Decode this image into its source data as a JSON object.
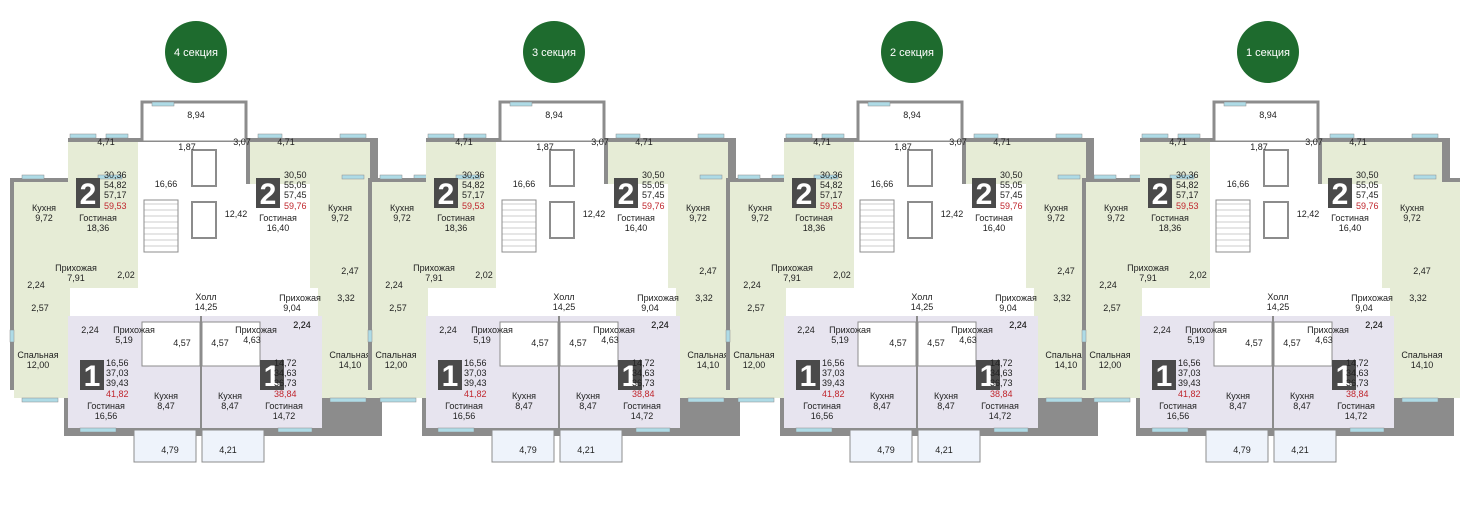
{
  "sections": [
    {
      "title": "4 секция",
      "top": {
        "balcony": "8,94",
        "wc": "1,87",
        "shaft": "3,07",
        "stairs": "16,66",
        "lift": "12,42",
        "hall": "Холл",
        "hall_area": "14,25"
      },
      "apt_left2": {
        "rooms": "2",
        "areas": [
          "30,36",
          "54,82",
          "57,17"
        ],
        "total": "59,53",
        "living_name": "Гостиная",
        "living_area": "18,36",
        "kitchen_name": "Кухня",
        "kitchen_area": "9,72",
        "balcony": "4,71",
        "hall_name": "Прихожая",
        "hall_area": "7,91",
        "bath": "2,02",
        "wc": "2,24",
        "bath2": "2,57",
        "bed_name": "Спальная",
        "bed_area": "12,00"
      },
      "apt_right2": {
        "rooms": "2",
        "areas": [
          "30,50",
          "55,05",
          "57,45"
        ],
        "total": "59,76",
        "living_name": "Гостиная",
        "living_area": "16,40",
        "kitchen_name": "Кухня",
        "kitchen_area": "9,72",
        "balcony": "4,71",
        "hall_name": "Прихожая",
        "hall_area": "9,04",
        "bath": "2,47",
        "wc": "3,32",
        "bed_name": "Спальная",
        "bed_area": "14,10",
        "bath2": "2,24"
      },
      "apt_left1": {
        "rooms": "1",
        "areas": [
          "16,56",
          "37,03",
          "39,43"
        ],
        "total": "41,82",
        "living_name": "Гостиная",
        "living_area": "16,56",
        "kitchen_name": "Кухня",
        "kitchen_area": "8,47",
        "hall_name": "Прихожая",
        "hall_area": "5,19",
        "wc": "2,24",
        "bath": "4,57",
        "balcony": "4,79"
      },
      "apt_right1": {
        "rooms": "1",
        "areas": [
          "14,72",
          "34,63",
          "36,73"
        ],
        "total": "38,84",
        "living_name": "Гостиная",
        "living_area": "14,72",
        "kitchen_name": "Кухня",
        "kitchen_area": "8,47",
        "hall_name": "Прихожая",
        "hall_area": "4,63",
        "wc": "2,24",
        "bath": "4,57",
        "balcony": "4,21"
      }
    },
    {
      "title": "3 секция",
      "top": {
        "balcony": "8,94",
        "wc": "1,87",
        "shaft": "3,07",
        "stairs": "16,66",
        "lift": "12,42",
        "hall": "Холл",
        "hall_area": "14,25"
      },
      "apt_left2": {
        "rooms": "2",
        "areas": [
          "30,36",
          "54,82",
          "57,17"
        ],
        "total": "59,53",
        "living_name": "Гостиная",
        "living_area": "18,36",
        "kitchen_name": "Кухня",
        "kitchen_area": "9,72",
        "balcony": "4,71",
        "hall_name": "Прихожая",
        "hall_area": "7,91",
        "bath": "2,02",
        "wc": "2,24",
        "bath2": "2,57",
        "bed_name": "Спальная",
        "bed_area": "12,00"
      },
      "apt_right2": {
        "rooms": "2",
        "areas": [
          "30,50",
          "55,05",
          "57,45"
        ],
        "total": "59,76",
        "living_name": "Гостиная",
        "living_area": "16,40",
        "kitchen_name": "Кухня",
        "kitchen_area": "9,72",
        "balcony": "4,71",
        "hall_name": "Прихожая",
        "hall_area": "9,04",
        "bath": "2,47",
        "wc": "3,32",
        "bed_name": "Спальная",
        "bed_area": "14,10",
        "bath2": "2,24"
      },
      "apt_left1": {
        "rooms": "1",
        "areas": [
          "16,56",
          "37,03",
          "39,43"
        ],
        "total": "41,82",
        "living_name": "Гостиная",
        "living_area": "16,56",
        "kitchen_name": "Кухня",
        "kitchen_area": "8,47",
        "hall_name": "Прихожая",
        "hall_area": "5,19",
        "wc": "2,24",
        "bath": "4,57",
        "balcony": "4,79"
      },
      "apt_right1": {
        "rooms": "1",
        "areas": [
          "14,72",
          "34,63",
          "36,73"
        ],
        "total": "38,84",
        "living_name": "Гостиная",
        "living_area": "14,72",
        "kitchen_name": "Кухня",
        "kitchen_area": "8,47",
        "hall_name": "Прихожая",
        "hall_area": "4,63",
        "wc": "2,24",
        "bath": "4,57",
        "balcony": "4,21"
      }
    },
    {
      "title": "2 секция",
      "top": {
        "balcony": "8,94",
        "wc": "1,87",
        "shaft": "3,07",
        "stairs": "16,66",
        "lift": "12,42",
        "hall": "Холл",
        "hall_area": "14,25"
      },
      "apt_left2": {
        "rooms": "2",
        "areas": [
          "30,36",
          "54,82",
          "57,17"
        ],
        "total": "59,53",
        "living_name": "Гостиная",
        "living_area": "18,36",
        "kitchen_name": "Кухня",
        "kitchen_area": "9,72",
        "balcony": "4,71",
        "hall_name": "Прихожая",
        "hall_area": "7,91",
        "bath": "2,02",
        "wc": "2,24",
        "bath2": "2,57",
        "bed_name": "Спальная",
        "bed_area": "12,00"
      },
      "apt_right2": {
        "rooms": "2",
        "areas": [
          "30,50",
          "55,05",
          "57,45"
        ],
        "total": "59,76",
        "living_name": "Гостиная",
        "living_area": "16,40",
        "kitchen_name": "Кухня",
        "kitchen_area": "9,72",
        "balcony": "4,71",
        "hall_name": "Прихожая",
        "hall_area": "9,04",
        "bath": "2,47",
        "wc": "3,32",
        "bed_name": "Спальная",
        "bed_area": "14,10",
        "bath2": "2,24"
      },
      "apt_left1": {
        "rooms": "1",
        "areas": [
          "16,56",
          "37,03",
          "39,43"
        ],
        "total": "41,82",
        "living_name": "Гостиная",
        "living_area": "16,56",
        "kitchen_name": "Кухня",
        "kitchen_area": "8,47",
        "hall_name": "Прихожая",
        "hall_area": "5,19",
        "wc": "2,24",
        "bath": "4,57",
        "balcony": "4,79"
      },
      "apt_right1": {
        "rooms": "1",
        "areas": [
          "14,72",
          "34,63",
          "36,73"
        ],
        "total": "38,84",
        "living_name": "Гостиная",
        "living_area": "14,72",
        "kitchen_name": "Кухня",
        "kitchen_area": "8,47",
        "hall_name": "Прихожая",
        "hall_area": "4,63",
        "wc": "2,24",
        "bath": "4,57",
        "balcony": "4,21"
      }
    },
    {
      "title": "1 секция",
      "top": {
        "balcony": "8,94",
        "wc": "1,87",
        "shaft": "3,07",
        "stairs": "16,66",
        "lift": "12,42",
        "hall": "Холл",
        "hall_area": "14,25"
      },
      "apt_left2": {
        "rooms": "2",
        "areas": [
          "30,36",
          "54,82",
          "57,17"
        ],
        "total": "59,53",
        "living_name": "Гостиная",
        "living_area": "18,36",
        "kitchen_name": "Кухня",
        "kitchen_area": "9,72",
        "balcony": "4,71",
        "hall_name": "Прихожая",
        "hall_area": "7,91",
        "bath": "2,02",
        "wc": "2,24",
        "bath2": "2,57",
        "bed_name": "Спальная",
        "bed_area": "12,00"
      },
      "apt_right2": {
        "rooms": "2",
        "areas": [
          "30,50",
          "55,05",
          "57,45"
        ],
        "total": "59,76",
        "living_name": "Гостиная",
        "living_area": "16,40",
        "kitchen_name": "Кухня",
        "kitchen_area": "9,72",
        "balcony": "4,71",
        "hall_name": "Прихожая",
        "hall_area": "9,04",
        "bath": "2,47",
        "wc": "3,32",
        "bed_name": "Спальная",
        "bed_area": "14,10",
        "bath2": "2,24"
      },
      "apt_left1": {
        "rooms": "1",
        "areas": [
          "16,56",
          "37,03",
          "39,43"
        ],
        "total": "41,82",
        "living_name": "Гостиная",
        "living_area": "16,56",
        "kitchen_name": "Кухня",
        "kitchen_area": "8,47",
        "hall_name": "Прихожая",
        "hall_area": "5,19",
        "wc": "2,24",
        "bath": "4,57",
        "balcony": "4,79"
      },
      "apt_right1": {
        "rooms": "1",
        "areas": [
          "14,72",
          "34,63",
          "36,73"
        ],
        "total": "38,84",
        "living_name": "Гостиная",
        "living_area": "14,72",
        "kitchen_name": "Кухня",
        "kitchen_area": "8,47",
        "hall_name": "Прихожая",
        "hall_area": "4,63",
        "wc": "2,24",
        "bath": "4,57",
        "balcony": "4,21"
      }
    }
  ],
  "colors": {
    "badge_green": "#1e6b2e",
    "two_room_fill": "#e6ecd6",
    "one_room_fill": "#e7e4ef",
    "common_fill": "#ffffff",
    "wall": "#8c8c8c",
    "window": "#aedbe6",
    "price_red": "#c0262d",
    "number_box": "#4a4a4a"
  }
}
